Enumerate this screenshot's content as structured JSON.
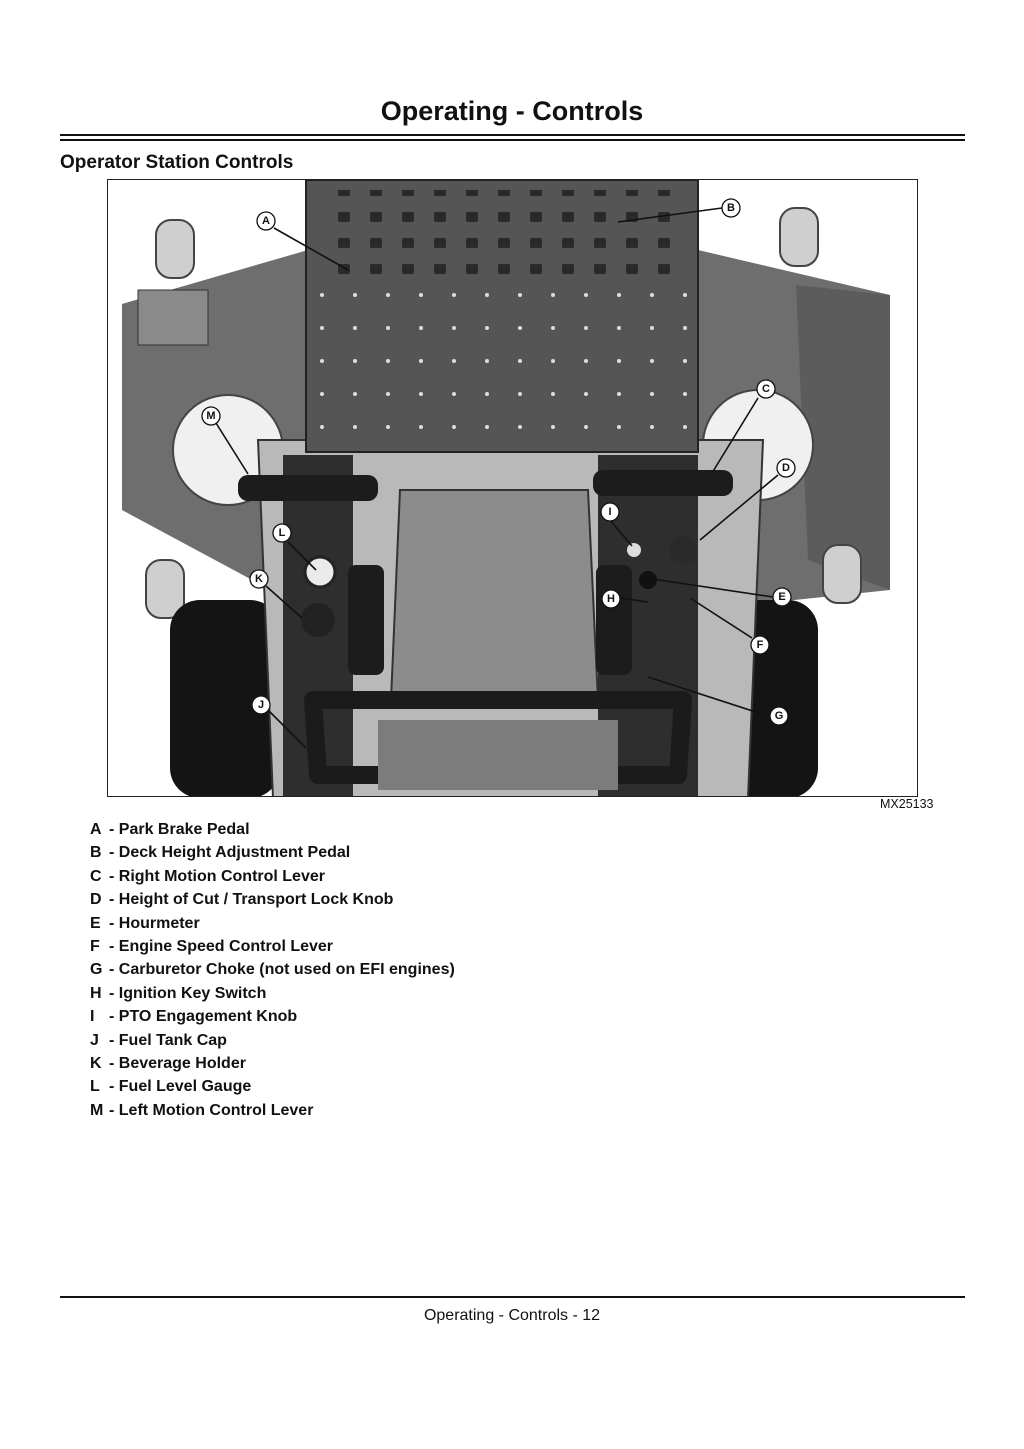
{
  "page": {
    "title": "Operating - Controls",
    "subtitle": "Operator Station Controls",
    "figure_id": "MX25133",
    "footer": "Operating - Controls - 12"
  },
  "callouts": [
    "A",
    "B",
    "C",
    "D",
    "E",
    "F",
    "G",
    "H",
    "I",
    "J",
    "K",
    "L",
    "M"
  ],
  "legend": [
    {
      "letter": "A",
      "text": "- Park Brake Pedal"
    },
    {
      "letter": "B",
      "text": "- Deck Height Adjustment Pedal"
    },
    {
      "letter": "C",
      "text": "- Right Motion Control Lever"
    },
    {
      "letter": "D",
      "text": "- Height of Cut / Transport Lock Knob"
    },
    {
      "letter": "E",
      "text": "- Hourmeter"
    },
    {
      "letter": "F",
      "text": "- Engine Speed Control Lever"
    },
    {
      "letter": "G",
      "text": "- Carburetor Choke (not used on EFI engines)"
    },
    {
      "letter": "H",
      "text": "- Ignition Key Switch"
    },
    {
      "letter": "I",
      "text": "- PTO Engagement Knob"
    },
    {
      "letter": "J",
      "text": "- Fuel Tank Cap"
    },
    {
      "letter": "K",
      "text": "- Beverage Holder"
    },
    {
      "letter": "L",
      "text": "- Fuel Level Gauge"
    },
    {
      "letter": "M",
      "text": "- Left Motion Control Lever"
    }
  ]
}
